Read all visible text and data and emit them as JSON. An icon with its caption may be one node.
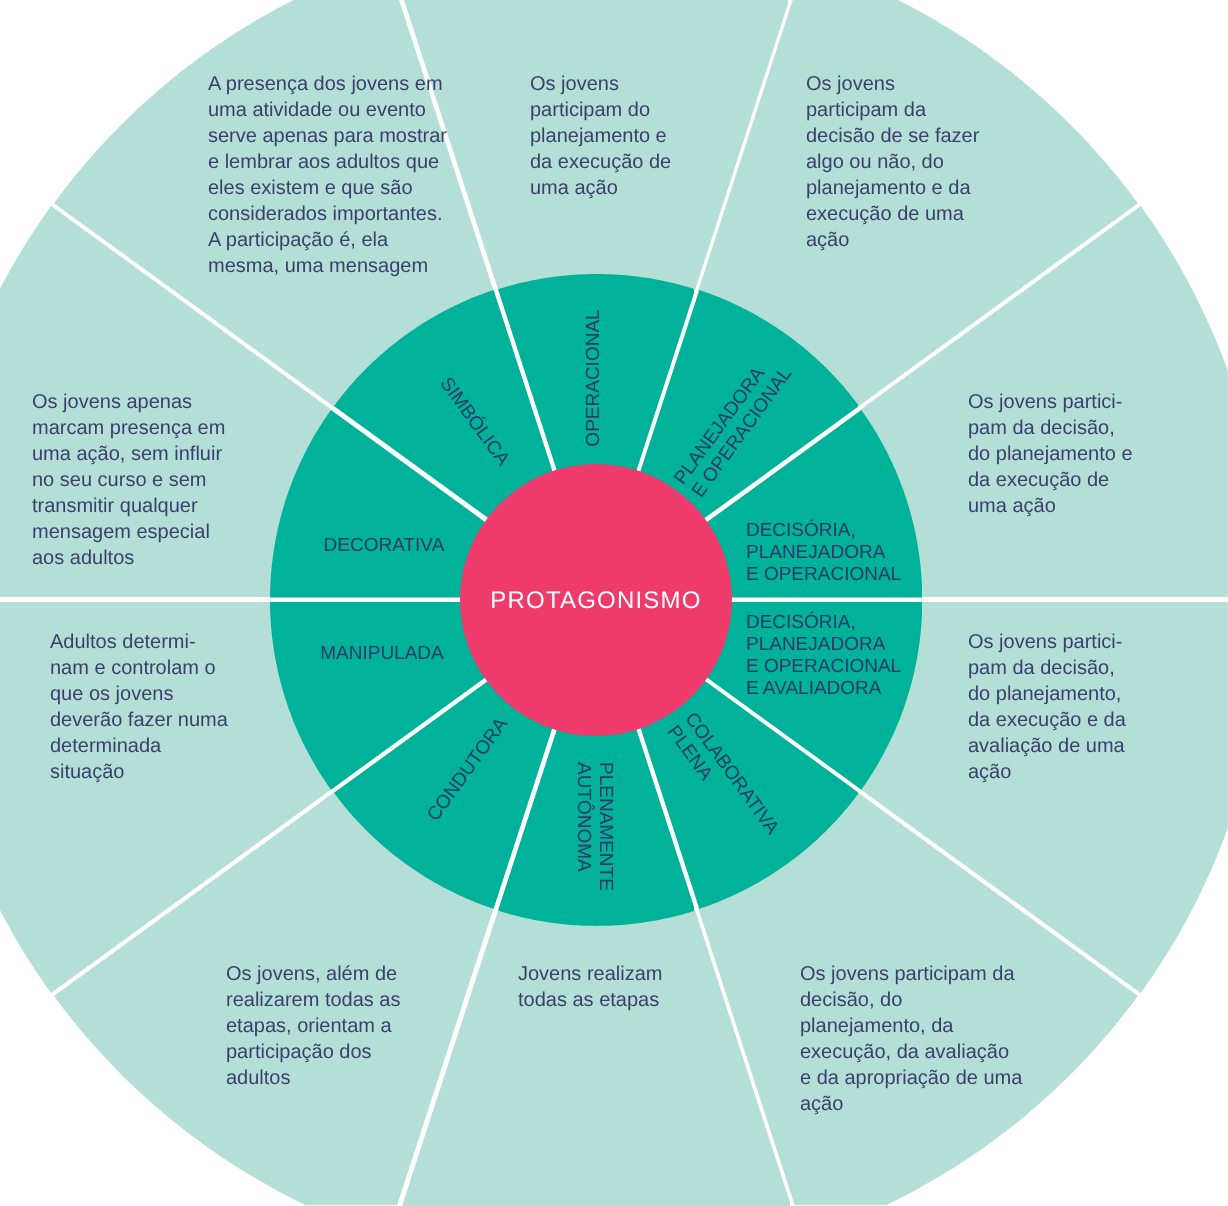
{
  "diagram": {
    "nodes": [
      {
        "text": [
          "PROTAGONISMO"
        ]
      },
      {
        "text": [
          "MANIPULADA"
        ]
      },
      {
        "text": [
          "DECORATIVA"
        ]
      },
      {
        "text": [
          "SIMBÓLICA"
        ]
      },
      {
        "text": [
          "OPERACIONAL"
        ]
      },
      {
        "text": [
          "PLANEJADORA E OPERACIONAL"
        ]
      },
      {
        "text": [
          "DECISÓRIA, PLANEJADORA E OPERACIONAL"
        ]
      },
      {
        "text": [
          "DECISÓRIA, PLANEJADORA E OPERACIONAL E AVALIADORA"
        ]
      },
      {
        "text": [
          "COLABORATIVA PLENA"
        ]
      },
      {
        "text": [
          "PLENAMENTE AUTÔNOMA"
        ]
      },
      {
        "text": [
          "CONDUTORA"
        ]
      },
      {
        "text": [
          "Adultos determi- nam e controlam o que os jovens deverão fazer numa determinada situação"
        ]
      },
      {
        "text": [
          "Os jovens apenas marcam presença em uma ação, sem influir no seu curso e sem transmitir qualquer mensagem especial aos adultos"
        ]
      },
      {
        "text": [
          "A presença dos jovens em uma atividade ou evento serve apenas para mostrar e lembrar aos adultos que eles existem e que são considerados importantes. A participação é, ela mesma, uma mensagem"
        ]
      },
      {
        "text": [
          "Os jovens participam do planejamento e da execução de uma ação"
        ]
      },
      {
        "text": [
          "Os jovens participam da decisão de se fazer algo ou não, do planejamento e da execução de uma ação"
        ]
      },
      {
        "text": [
          "Os jovens partici- pam da decisão, do planejamento e da execução de uma ação"
        ]
      },
      {
        "text": [
          "Os jovens partici- pam da decisão, do planejamento, da execução e da avaliação de uma ação"
        ]
      },
      {
        "text": [
          "Os jovens participam da decisão, do planejamento, da execução, da avaliação e da apropriação de uma ação"
        ]
      },
      {
        "text": [
          "Jovens realizam todas as etapas"
        ]
      },
      {
        "text": [
          "Os jovens, além de realizarem todas as etapas, orientam a participação dos adultos"
        ]
      }
    ]
  }
}
